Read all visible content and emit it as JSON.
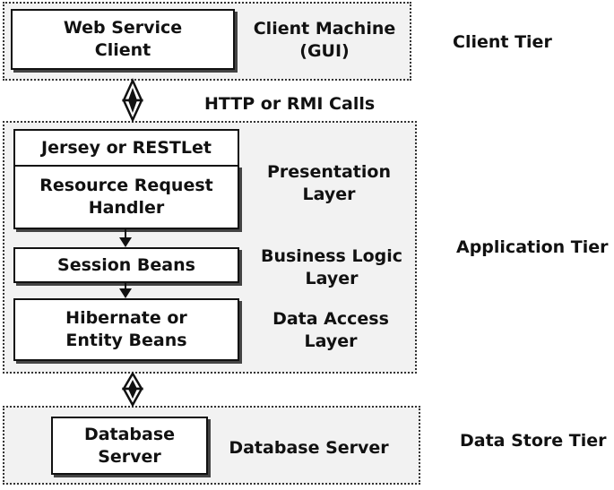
{
  "client_tier": {
    "label": "Client Tier",
    "box": "Web Service\nClient",
    "side_label": "Client Machine\n(GUI)"
  },
  "connector_label": "HTTP or RMI Calls",
  "application_tier": {
    "label": "Application Tier",
    "jersey": "Jersey or RESTLet",
    "resource_handler": "Resource Request\nHandler",
    "presentation_label": "Presentation\nLayer",
    "session_beans": "Session Beans",
    "business_label": "Business Logic\nLayer",
    "hibernate": "Hibernate or\nEntity Beans",
    "data_access_label": "Data Access\nLayer"
  },
  "data_store_tier": {
    "label": "Data Store Tier",
    "box": "Database\nServer",
    "side_label": "Database Server"
  }
}
